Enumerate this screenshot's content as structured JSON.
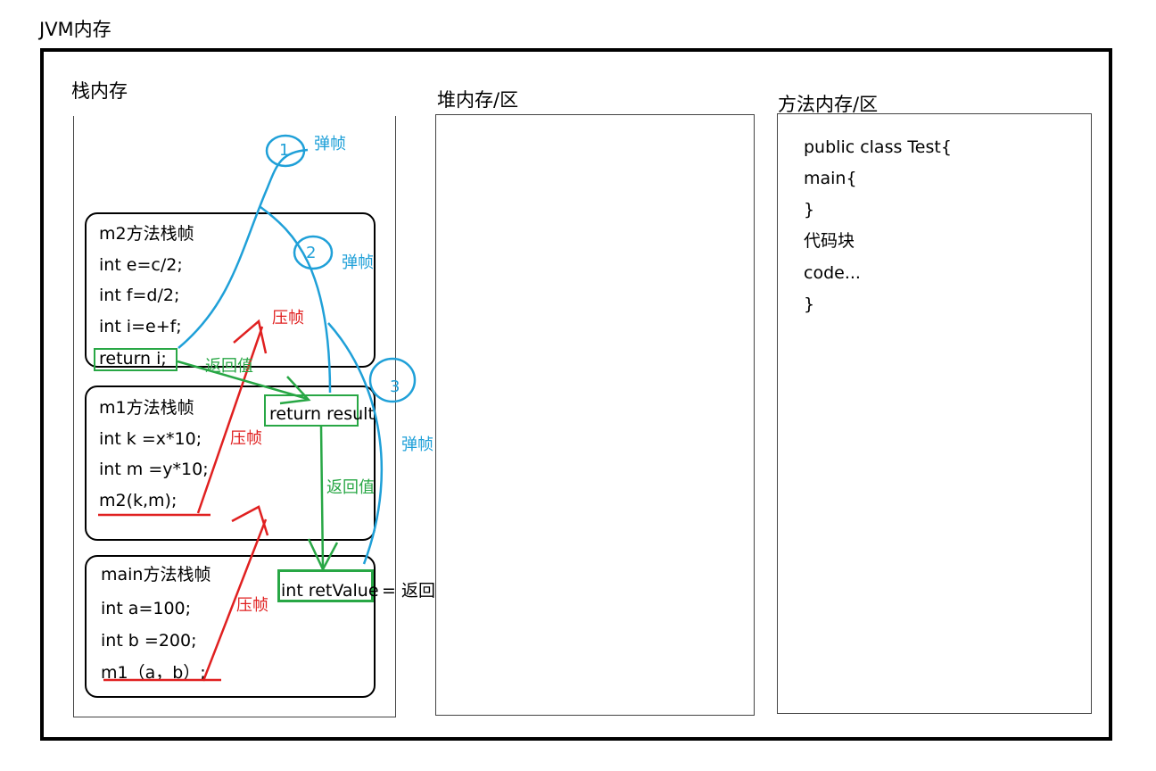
{
  "title": "JVM内存",
  "stack": {
    "label": "栈内存",
    "frames": {
      "m2": {
        "title": "m2方法栈帧",
        "lines": [
          "int e=c/2;",
          "int f=d/2;",
          "int i=e+f;"
        ],
        "return_box": "return i;"
      },
      "m1": {
        "title": "m1方法栈帧",
        "lines": [
          "int  k =x*10;",
          "int m =y*10;",
          "m2(k,m);"
        ],
        "return_box": "return result"
      },
      "main": {
        "title": "main方法栈帧",
        "lines": [
          " int a=100;",
          " int b =200;",
          " m1（a，b）;"
        ],
        "ret_box": "int retValue",
        "ret_suffix": "= 返回值"
      }
    }
  },
  "heap": {
    "label": "堆内存/区"
  },
  "method_area": {
    "label": "方法内存/区",
    "lines": [
      "public class Test{",
      "main{",
      "}",
      "代码块",
      "code...",
      "}"
    ]
  },
  "annotations": {
    "pop_labels": [
      "弹帧",
      "弹帧",
      "弹帧"
    ],
    "push_labels": [
      "压帧",
      "压帧",
      "压帧"
    ],
    "return_labels": [
      "返回值",
      "返回值"
    ],
    "step_numbers": [
      "1",
      "2",
      "3"
    ]
  },
  "colors": {
    "pop": "#1fa0d8",
    "push": "#e02020",
    "return": "#28a745",
    "frame": "#000000"
  }
}
